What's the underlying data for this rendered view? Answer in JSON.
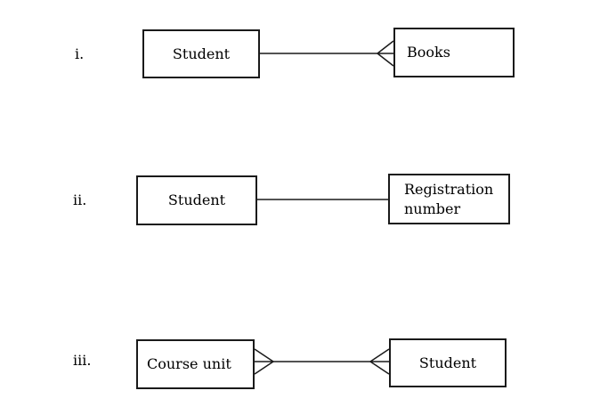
{
  "diagram": {
    "description": "Entity relationship cardinality examples using crow-foot notation",
    "colors": {
      "background": "#ffffff",
      "line": "#1a1a1a",
      "box_border": "#1a1a1a",
      "box_fill": "#ffffff",
      "text": "#000000"
    },
    "rows": [
      {
        "label": "i.",
        "left_entity": "Student",
        "right_entity": "Books",
        "left_cardinality": "one",
        "right_cardinality": "many"
      },
      {
        "label": "ii.",
        "left_entity": "Student",
        "right_entity": "Registration number",
        "left_cardinality": "one",
        "right_cardinality": "one"
      },
      {
        "label": "iii.",
        "left_entity": "Course unit",
        "right_entity": "Student",
        "left_cardinality": "many",
        "right_cardinality": "many"
      }
    ]
  }
}
